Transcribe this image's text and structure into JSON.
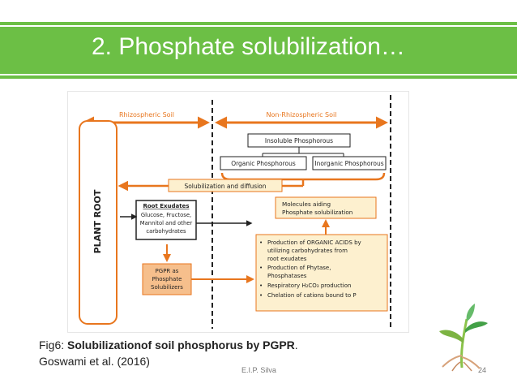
{
  "slide": {
    "title": "2. Phosphate solubilization…",
    "caption_prefix": "Fig6: ",
    "caption_bold": "Solubilizationof soil phosphorus by PGPR",
    "caption_suffix": ".",
    "citation": "Goswami et al. (2016)",
    "footer": "E.I.P. Silva",
    "page_number": "24"
  },
  "diagram": {
    "rhizo_label": "Rhizospheric Soil",
    "nonrhizo_label": "Non-Rhizospheric Soil",
    "plant_root": "PLANT ROOT",
    "insoluble": "Insoluble Phosphorous",
    "organic": "Organic Phosphorous",
    "inorganic": "Inorganic Phosphorous",
    "solubilization": "Solubilization and diffusion",
    "exudates_title": "Root Exudates",
    "exudates_lines": [
      "Glucose, Fructose,",
      "Mannitol and other",
      "carbohydrates"
    ],
    "molecules_lines": [
      "Molecules aiding",
      "Phosphate solubilization"
    ],
    "pgpr_lines": [
      "PGPR as",
      "Phosphate",
      "Solubilizers"
    ],
    "bullets": [
      [
        "Production of ORGANIC ACIDS by",
        "utilizing carbohydrates from",
        "root exudates"
      ],
      [
        "Production of Phytase,",
        "Phosphatases"
      ],
      [
        "Respiratory H₂CO₃ production"
      ],
      [
        "Chelation of cations bound to P"
      ]
    ],
    "orange": "#e8761e",
    "box_fill": "#fdf0cf"
  }
}
